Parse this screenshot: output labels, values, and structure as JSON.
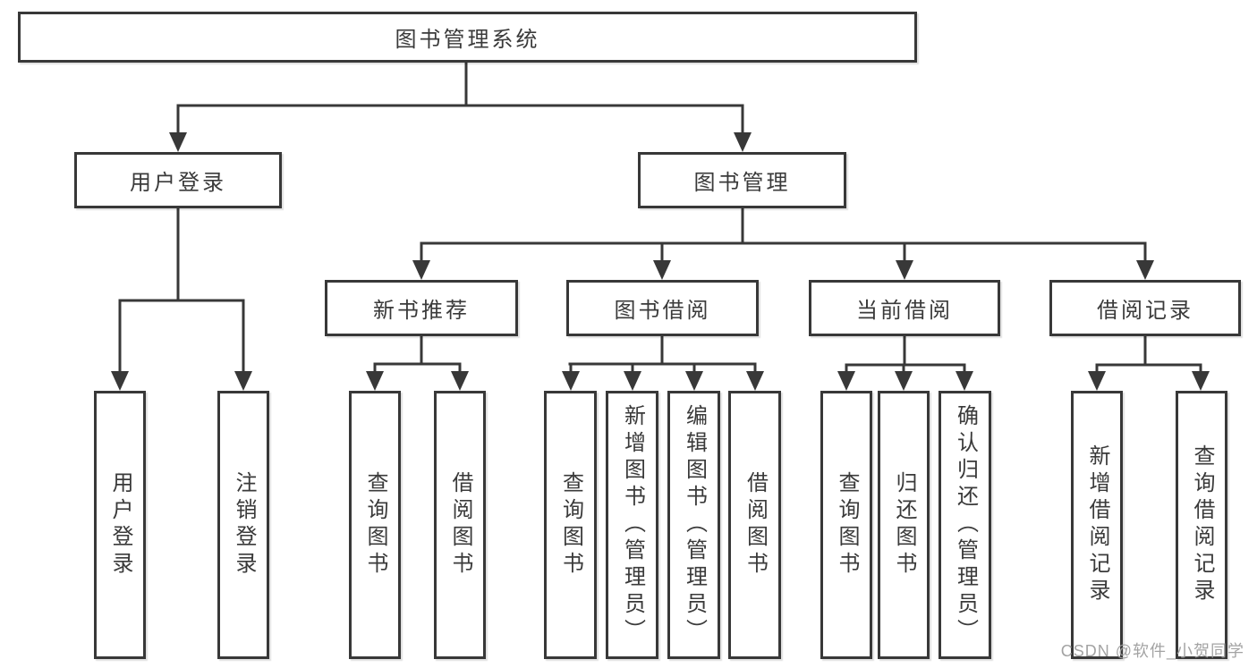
{
  "diagram": {
    "root": {
      "label": "图书管理系统"
    },
    "level2": [
      {
        "label": "用户登录"
      },
      {
        "label": "图书管理"
      }
    ],
    "level3": [
      {
        "label": "新书推荐"
      },
      {
        "label": "图书借阅"
      },
      {
        "label": "当前借阅"
      },
      {
        "label": "借阅记录"
      }
    ],
    "level4": {
      "user_login_children": [
        {
          "label": "用户登录"
        },
        {
          "label": "注销登录"
        }
      ],
      "new_book_children": [
        {
          "label": "查询图书"
        },
        {
          "label": "借阅图书"
        }
      ],
      "book_borrow_children": [
        {
          "label": "查询图书"
        },
        {
          "label": "新增图书（管理员）"
        },
        {
          "label": "编辑图书（管理员）"
        },
        {
          "label": "借阅图书"
        }
      ],
      "current_borrow_children": [
        {
          "label": "查询图书"
        },
        {
          "label": "归还图书"
        },
        {
          "label": "确认归还（管理员）"
        }
      ],
      "borrow_record_children": [
        {
          "label": "新增借阅记录"
        },
        {
          "label": "查询借阅记录"
        }
      ]
    }
  },
  "watermark": {
    "text": "CSDN @软件_小贺同学"
  },
  "colors": {
    "line": "#383838",
    "text": "#3a3a3a",
    "watermark": "#9e9e9e",
    "background": "#ffffff"
  }
}
